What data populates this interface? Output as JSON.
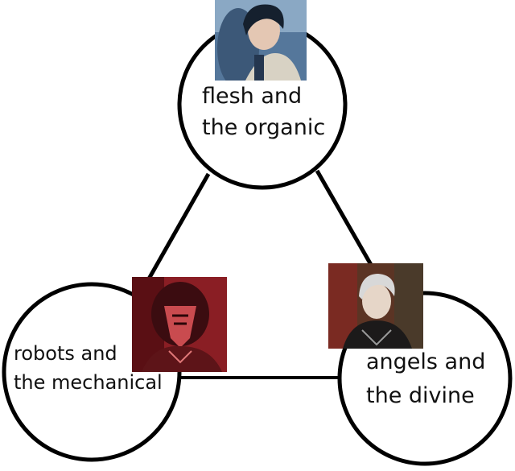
{
  "diagram": {
    "nodes": [
      {
        "id": "flesh",
        "label_line1": "flesh and",
        "label_line2": "the organic",
        "portrait_icon": "dark-haired-character-portrait",
        "portrait_colors": [
          "#6f8fb0",
          "#24364f",
          "#d8d2c4"
        ]
      },
      {
        "id": "robots",
        "label_line1": "robots and",
        "label_line2": "the mechanical",
        "portrait_icon": "masked-red-character-portrait",
        "portrait_colors": [
          "#b3373b",
          "#3b0c10",
          "#e07777"
        ]
      },
      {
        "id": "angels",
        "label_line1": "angels and",
        "label_line2": "the divine",
        "portrait_icon": "white-haired-character-portrait",
        "portrait_colors": [
          "#7a4a2e",
          "#1c1a1a",
          "#d8d8d8"
        ]
      }
    ],
    "edges": [
      {
        "from": "flesh",
        "to": "robots"
      },
      {
        "from": "flesh",
        "to": "angels"
      },
      {
        "from": "robots",
        "to": "angels"
      }
    ],
    "stroke_color": "#000000"
  }
}
